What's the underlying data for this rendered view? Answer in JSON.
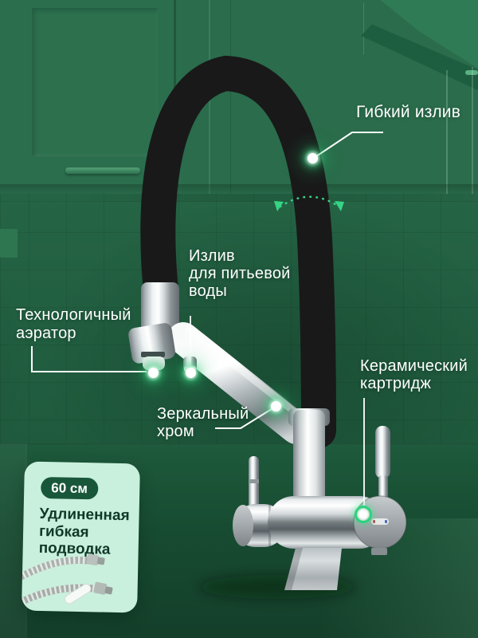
{
  "callouts": {
    "flexible_spout": {
      "label": "Гибкий излив"
    },
    "drinking_spout": {
      "line1": "Излив",
      "line2": "для питьевой",
      "line3": "воды"
    },
    "aerator": {
      "line1": "Технологичный",
      "line2": "аэратор"
    },
    "mirror_chrome": {
      "line1": "Зеркальный",
      "line2": "хром"
    },
    "cartridge": {
      "line1": "Керамический",
      "line2": "картридж"
    }
  },
  "card": {
    "badge": "60 см",
    "line1": "Удлиненная",
    "line2": "гибкая",
    "line3": "подводка"
  },
  "colors": {
    "accent_green": "#2fd381",
    "label_text": "#ffffff",
    "card_bg": "#c9f0dc",
    "card_text": "#103829",
    "badge_bg": "#19573b",
    "hose_black": "#191919",
    "background_green": "#256445"
  }
}
